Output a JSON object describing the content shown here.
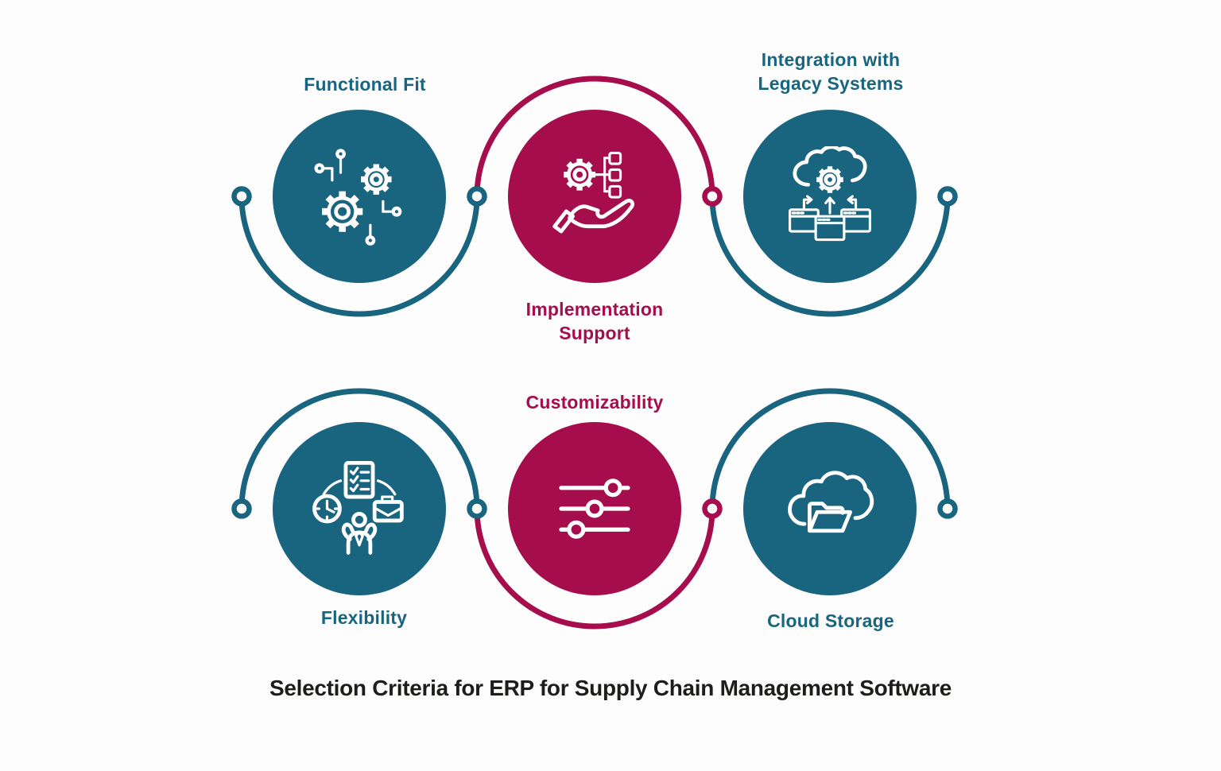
{
  "title": "Selection Criteria for ERP for Supply Chain Management Software",
  "colors": {
    "teal": "#19647F",
    "magenta": "#A60D4C",
    "title_text": "#1D1D1B",
    "background": "#FDFDFD",
    "icon_stroke": "#FFFFFF"
  },
  "items": [
    {
      "id": "functional-fit",
      "label": "Functional Fit",
      "color": "teal",
      "icon": "gears-circuit-icon",
      "label_position": "above"
    },
    {
      "id": "implementation-support",
      "label": "Implementation\nSupport",
      "color": "magenta",
      "icon": "hand-gear-hierarchy-icon",
      "label_position": "below"
    },
    {
      "id": "integration-legacy",
      "label": "Integration with\nLegacy Systems",
      "color": "teal",
      "icon": "cloud-gear-windows-icon",
      "label_position": "above"
    },
    {
      "id": "flexibility",
      "label": "Flexibility",
      "color": "teal",
      "icon": "person-time-tasks-icon",
      "label_position": "below"
    },
    {
      "id": "customizability",
      "label": "Customizability",
      "color": "magenta",
      "icon": "sliders-icon",
      "label_position": "above"
    },
    {
      "id": "cloud-storage",
      "label": "Cloud Storage",
      "color": "teal",
      "icon": "cloud-folder-icon",
      "label_position": "below"
    }
  ]
}
